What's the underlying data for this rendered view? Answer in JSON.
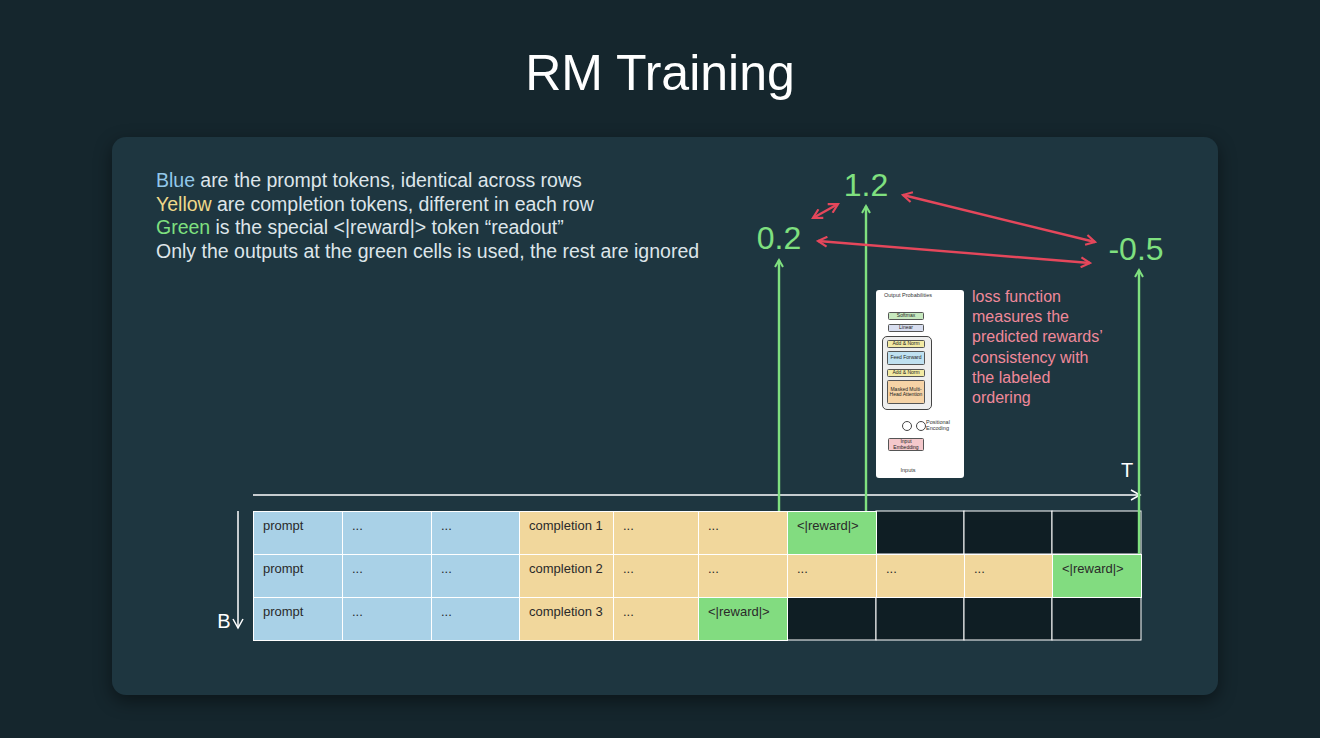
{
  "diagram": {
    "title": "RM Training",
    "nodes": [
      {
        "text": [
          "Output Probabilities",
          "Positional Encoding",
          "Inputs"
        ]
      },
      {
        "text": [
          "Softmax"
        ],
        "in": 0
      },
      {
        "text": [
          "Linear"
        ],
        "in": 0
      },
      {
        "text": [
          "Add & Norm"
        ],
        "in": 0
      },
      {
        "text": [
          "Feed Forward"
        ],
        "in": 0
      },
      {
        "text": [
          "Add & Norm"
        ],
        "in": 0
      },
      {
        "text": [
          "Masked Multi-Head Attention"
        ],
        "in": 0
      },
      {
        "text": [
          "Input Embedding"
        ],
        "in": 0
      },
      {
        "text": [
          "prompt"
        ]
      },
      {
        "text": [
          "..."
        ]
      },
      {
        "text": [
          "..."
        ]
      },
      {
        "text": [
          "completion 1"
        ]
      },
      {
        "text": [
          "..."
        ]
      },
      {
        "text": [
          "..."
        ]
      },
      {
        "text": [
          "<|reward|>"
        ]
      },
      {
        "text": [
          "prompt"
        ]
      },
      {
        "text": [
          "..."
        ]
      },
      {
        "text": [
          "..."
        ]
      },
      {
        "text": [
          "completion 2"
        ]
      },
      {
        "text": [
          "..."
        ]
      },
      {
        "text": [
          "..."
        ]
      },
      {
        "text": [
          "..."
        ]
      },
      {
        "text": [
          "..."
        ]
      },
      {
        "text": [
          "..."
        ]
      },
      {
        "text": [
          "<|reward|>"
        ]
      },
      {
        "text": [
          "prompt"
        ]
      },
      {
        "text": [
          "..."
        ]
      },
      {
        "text": [
          "..."
        ]
      },
      {
        "text": [
          "completion 3"
        ]
      },
      {
        "text": [
          "..."
        ]
      },
      {
        "text": [
          "<|reward|>"
        ]
      }
    ],
    "labels": [
      "Blue",
      "are the prompt tokens, identical across rows",
      "Yellow",
      "are completion tokens, different in each row",
      "Green",
      "is the special <|reward|> token “readout”",
      "Only the outputs at the green cells is used, the rest are ignored",
      "1.2",
      "0.2",
      "-0.5",
      "loss function measures the predicted rewards’ consistency with the labeled ordering",
      "T",
      "B"
    ]
  }
}
